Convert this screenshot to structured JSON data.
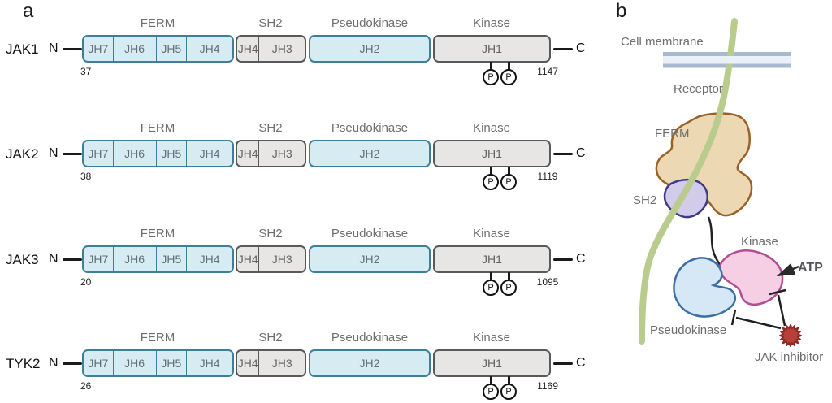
{
  "panel_a": {
    "panel_label": "a",
    "headers": {
      "ferm": "FERM",
      "sh2": "SH2",
      "pseudokinase": "Pseudokinase",
      "kinase": "Kinase"
    },
    "domains": {
      "jh7": "JH7",
      "jh6": "JH6",
      "jh5": "JH5",
      "jh4": "JH4",
      "jh4_sh2": "JH4",
      "jh3": "JH3",
      "jh2": "JH2",
      "jh1": "JH1"
    },
    "n_terminus": "N",
    "c_terminus": "C",
    "phospho": "P",
    "rows": [
      {
        "name": "JAK1",
        "start": "37",
        "end": "1147"
      },
      {
        "name": "JAK2",
        "start": "38",
        "end": "1119"
      },
      {
        "name": "JAK3",
        "start": "20",
        "end": "1095"
      },
      {
        "name": "TYK2",
        "start": "26",
        "end": "1169"
      }
    ],
    "colors": {
      "domain_blue_fill": "#d7ebf2",
      "domain_blue_border": "#3e7e97",
      "domain_gray_fill": "#e7e6e4",
      "domain_gray_border": "#57595c",
      "header_text": "#6f6f6f"
    }
  },
  "panel_b": {
    "panel_label": "b",
    "labels": {
      "cell_membrane": "Cell membrane",
      "receptor": "Receptor",
      "ferm": "FERM",
      "sh2": "SH2",
      "kinase": "Kinase",
      "pseudokinase": "Pseudokinase",
      "atp": "ATP",
      "jak_inhibitor": "JAK inhibitor"
    },
    "colors": {
      "membrane_band": "#a7bacf",
      "membrane_core": "#e9f0f7",
      "receptor_green": "#b9cc8e",
      "ferm_fill": "#ecd9b4",
      "ferm_border": "#9c6127",
      "sh2_fill": "#d2cbea",
      "sh2_border": "#3e3a86",
      "pseudokinase_fill": "#d6e7f6",
      "pseudokinase_border": "#3c6fa5",
      "kinase_fill": "#f6cfe5",
      "kinase_border": "#b04f93",
      "inhibitor_fill": "#b8403a",
      "inhibitor_border": "#8e2a25"
    }
  }
}
